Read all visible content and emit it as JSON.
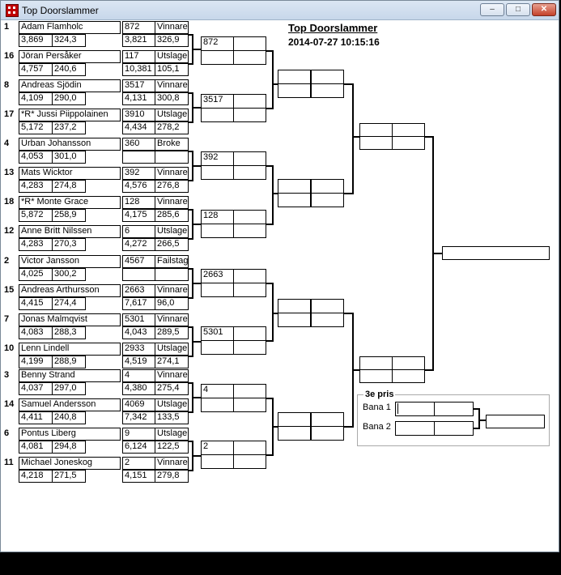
{
  "window": {
    "title": "Top Doorslammer",
    "min_symbol": "–",
    "max_symbol": "□",
    "close_symbol": "✕"
  },
  "header": {
    "title": "Top Doorslammer",
    "datetime": "2014-07-27 10:15:16"
  },
  "entries": [
    {
      "seed": "1",
      "name": "Adam Flamholc",
      "rt": "3,869",
      "speed": "324,3",
      "num": "872",
      "status": "Vinnare",
      "et": "3,821",
      "mph": "326,9"
    },
    {
      "seed": "16",
      "name": "Jöran Persåker",
      "rt": "4,757",
      "speed": "240,6",
      "num": "117",
      "status": "Utslagen",
      "et": "10,381",
      "mph": "105,1"
    },
    {
      "seed": "8",
      "name": "Andreas Sjödin",
      "rt": "4,109",
      "speed": "290,0",
      "num": "3517",
      "status": "Vinnare",
      "et": "4,131",
      "mph": "300,8"
    },
    {
      "seed": "17",
      "name": "*R* Jussi Piippolainen",
      "rt": "5,172",
      "speed": "237,2",
      "num": "3910",
      "status": "Utslagen",
      "et": "4,434",
      "mph": "278,2"
    },
    {
      "seed": "4",
      "name": "Urban Johansson",
      "rt": "4,053",
      "speed": "301,0",
      "num": "360",
      "status": "Broke",
      "et": "",
      "mph": ""
    },
    {
      "seed": "13",
      "name": "Mats Wicktor",
      "rt": "4,283",
      "speed": "274,8",
      "num": "392",
      "status": "Vinnare",
      "et": "4,576",
      "mph": "276,8"
    },
    {
      "seed": "18",
      "name": "*R* Monte Grace",
      "rt": "5,872",
      "speed": "258,9",
      "num": "128",
      "status": "Vinnare",
      "et": "4,175",
      "mph": "285,6"
    },
    {
      "seed": "12",
      "name": "Anne Britt Nilssen",
      "rt": "4,283",
      "speed": "270,3",
      "num": "6",
      "status": "Utslagen",
      "et": "4,272",
      "mph": "266,5"
    },
    {
      "seed": "2",
      "name": "Victor Jansson",
      "rt": "4,025",
      "speed": "300,2",
      "num": "4567",
      "status": "Failstage",
      "et": "",
      "mph": ""
    },
    {
      "seed": "15",
      "name": "Andreas Arthursson",
      "rt": "4,415",
      "speed": "274,4",
      "num": "2663",
      "status": "Vinnare",
      "et": "7,617",
      "mph": "96,0"
    },
    {
      "seed": "7",
      "name": "Jonas Malmqvist",
      "rt": "4,083",
      "speed": "288,3",
      "num": "5301",
      "status": "Vinnare",
      "et": "4,043",
      "mph": "289,5"
    },
    {
      "seed": "10",
      "name": "Lenn Lindell",
      "rt": "4,199",
      "speed": "288,9",
      "num": "2933",
      "status": "Utslagen",
      "et": "4,519",
      "mph": "274,1"
    },
    {
      "seed": "3",
      "name": "Benny Strand",
      "rt": "4,037",
      "speed": "297,0",
      "num": "4",
      "status": "Vinnare",
      "et": "4,380",
      "mph": "275,4"
    },
    {
      "seed": "14",
      "name": "Samuel Andersson",
      "rt": "4,411",
      "speed": "240,8",
      "num": "4069",
      "status": "Utslagen",
      "et": "7,342",
      "mph": "133,5"
    },
    {
      "seed": "6",
      "name": "Pontus Liberg",
      "rt": "4,081",
      "speed": "294,8",
      "num": "9",
      "status": "Utslagen",
      "et": "6,124",
      "mph": "122,5"
    },
    {
      "seed": "11",
      "name": "Michael Joneskog",
      "rt": "4,218",
      "speed": "271,5",
      "num": "2",
      "status": "Vinnare",
      "et": "4,151",
      "mph": "279,8"
    }
  ],
  "round2": [
    "872",
    "3517",
    "392",
    "128",
    "2663",
    "5301",
    "4",
    "2"
  ],
  "round3": [
    "",
    "",
    "",
    ""
  ],
  "semis": [
    "",
    ""
  ],
  "final": "",
  "third": {
    "title": "3e pris",
    "bana1": "Bana 1",
    "bana2": "Bana 2",
    "result": ""
  }
}
